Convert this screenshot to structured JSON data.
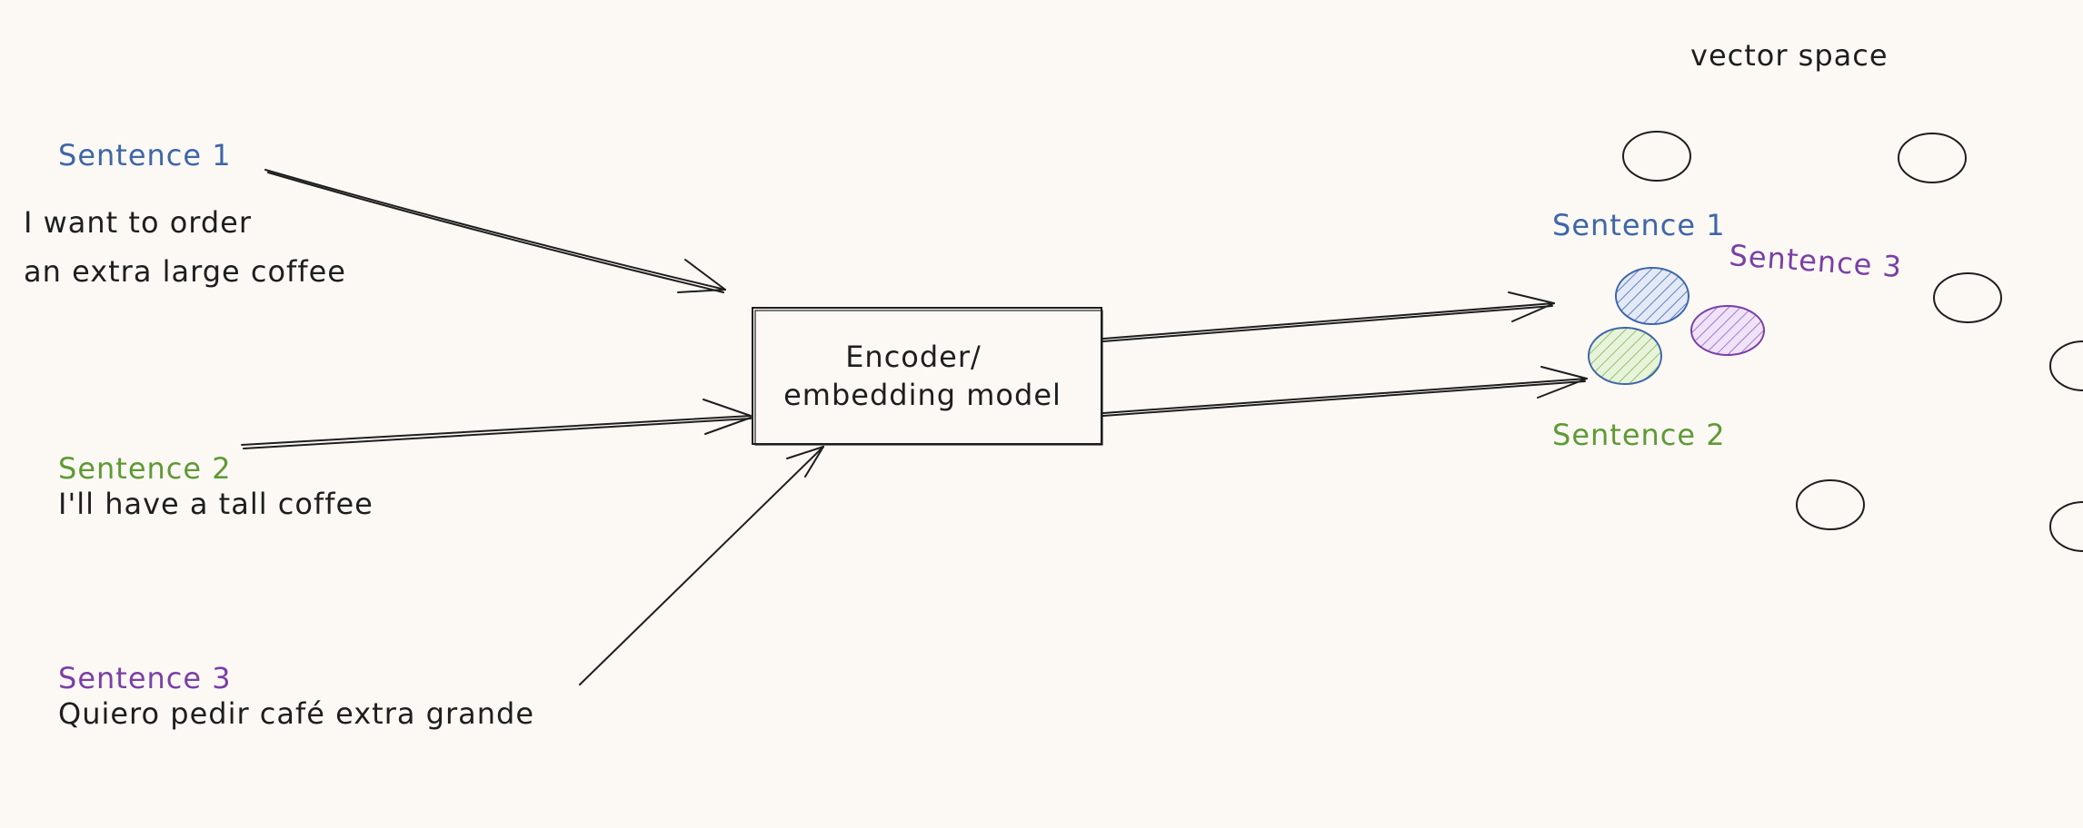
{
  "colors": {
    "background": "#fcf9f5",
    "ink": "#1e1e1e",
    "sentence1": "#3f66a8",
    "sentence2": "#5f9a35",
    "sentence3": "#7b3fa6",
    "sentence1_fill": "#a9bbe0",
    "sentence2_fill": "#b7dd98",
    "sentence3_fill": "#c9a7e3"
  },
  "inputs": {
    "sentence1": {
      "label": "Sentence 1",
      "text_line1": "I want to order",
      "text_line2": "an extra large coffee"
    },
    "sentence2": {
      "label": "Sentence 2",
      "text": "I'll have a tall coffee"
    },
    "sentence3": {
      "label": "Sentence 3",
      "text": "Quiero pedir café extra grande"
    }
  },
  "encoder": {
    "line1": "Encoder/",
    "line2": "embedding model"
  },
  "vector_space": {
    "title": "vector space",
    "label1": "Sentence 1",
    "label2": "Sentence 2",
    "label3": "Sentence 3"
  }
}
